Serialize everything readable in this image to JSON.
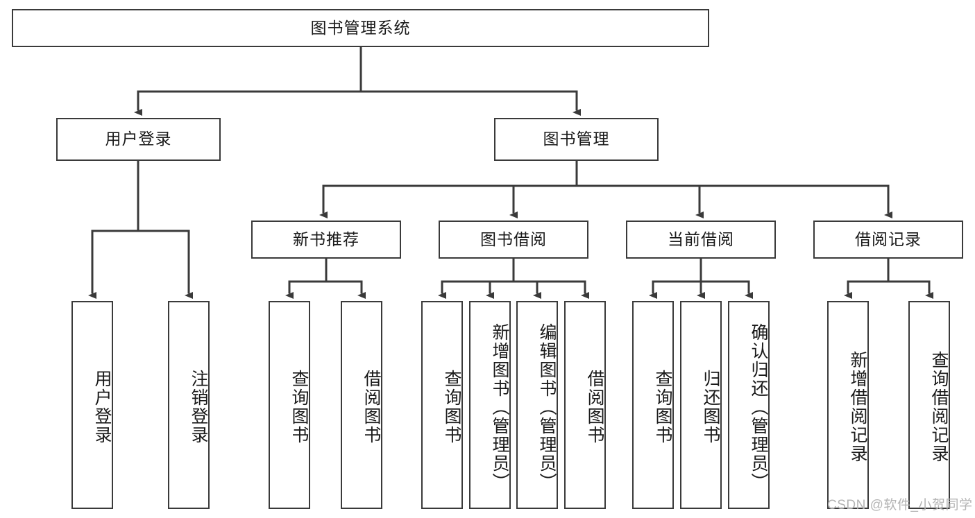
{
  "diagram": {
    "title": "图书管理系统",
    "type": "tree",
    "colors": {
      "stroke": "#3a3a3a",
      "fill": "#ffffff",
      "text": "#1a1a1a",
      "watermark": "#b4b4b4"
    },
    "root": {
      "label": "图书管理系统"
    },
    "level2": [
      {
        "label": "用户登录"
      },
      {
        "label": "图书管理"
      }
    ],
    "level3": [
      {
        "label": "新书推荐"
      },
      {
        "label": "图书借阅"
      },
      {
        "label": "当前借阅"
      },
      {
        "label": "借阅记录"
      }
    ],
    "leaves": {
      "user_login": [
        {
          "label": "用户登录"
        },
        {
          "label": "注销登录"
        }
      ],
      "new_book": [
        {
          "label": "查询图书"
        },
        {
          "label": "借阅图书"
        }
      ],
      "borrow": [
        {
          "label": "查询图书"
        },
        {
          "label": "新增图书（管理员）"
        },
        {
          "label": "编辑图书（管理员）"
        },
        {
          "label": "借阅图书"
        }
      ],
      "current": [
        {
          "label": "查询图书"
        },
        {
          "label": "归还图书"
        },
        {
          "label": "确认归还（管理员）"
        }
      ],
      "records": [
        {
          "label": "新增借阅记录"
        },
        {
          "label": "查询借阅记录"
        }
      ]
    }
  },
  "watermark": {
    "text": "CSDN @软件_小贺同学"
  }
}
